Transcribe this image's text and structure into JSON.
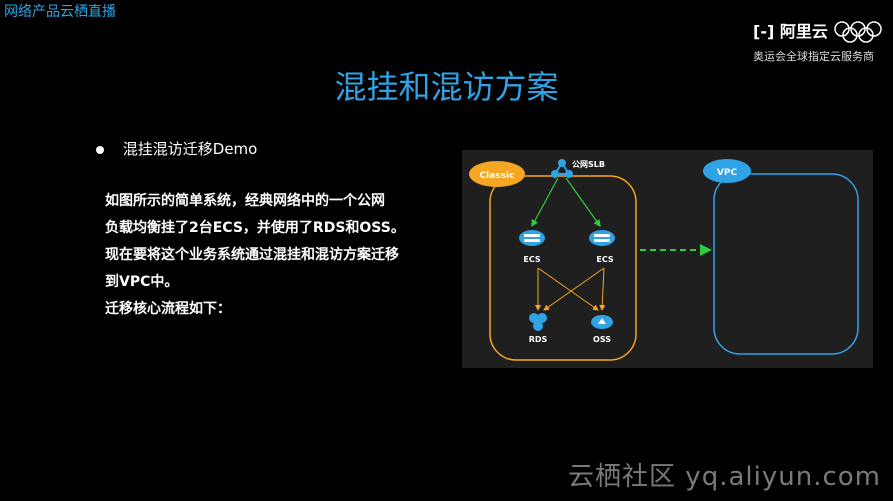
{
  "header": {
    "top_label": "网络产品云栖直播",
    "brand_name": "阿里云",
    "brand_sub": "奥运会全球指定云服务商"
  },
  "title": "混挂和混访方案",
  "bullet": "混挂混访迁移Demo",
  "description": [
    "如图所示的简单系统，经典网络中的一个公网",
    "负载均衡挂了2台ECS，并使用了RDS和OSS。",
    "现在要将这个业务系统通过混挂和混访方案迁移",
    "到VPC中。",
    "迁移核心流程如下："
  ],
  "diagram": {
    "classic_label": "Classic",
    "vpc_label": "VPC",
    "slb_label": "公网SLB",
    "ecs_label": "ECS",
    "rds_label": "RDS",
    "oss_label": "OSS",
    "colors": {
      "classic": "#f5a623",
      "vpc": "#2fa3e6",
      "arrow_green": "#2ecc40",
      "arrow_orange": "#f5a623"
    }
  },
  "watermark": "云栖社区 yq.aliyun.com"
}
